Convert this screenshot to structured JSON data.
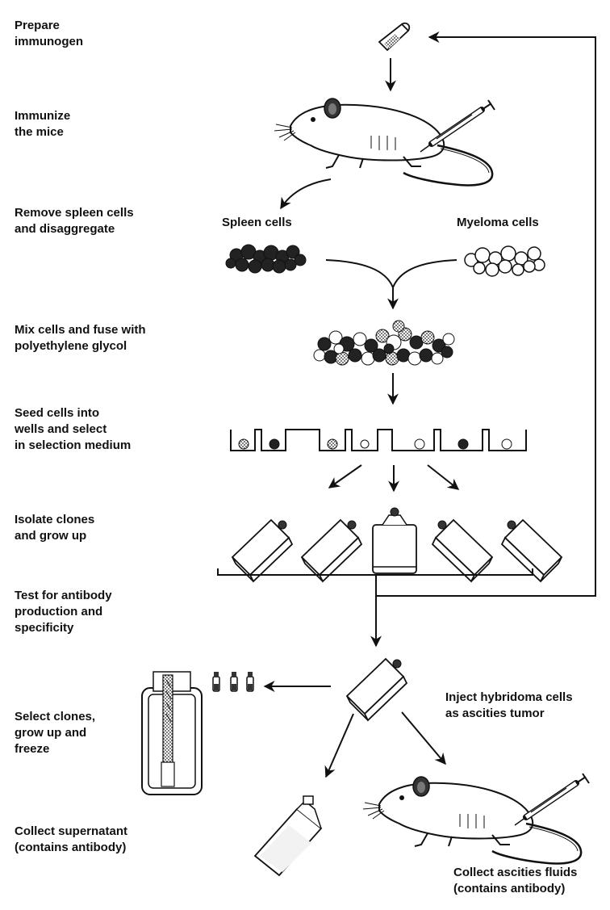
{
  "steps": {
    "prepare": "Prepare\nimmunogen",
    "immunize": "Immunize\nthe mice",
    "remove": "Remove spleen cells\nand disaggregate",
    "mix": "Mix cells and fuse with\npolyethylene glycol",
    "seed": "Seed cells into\nwells and select\nin selection medium",
    "isolate": "Isolate clones\nand grow up",
    "test": "Test for antibody\nproduction and\nspecificity",
    "select": "Select clones,\ngrow up and\nfreeze",
    "collect_sup": "Collect supernatant\n(contains antibody)"
  },
  "labels": {
    "spleen": "Spleen cells",
    "myeloma": "Myeloma cells",
    "inject": "Inject hybridoma cells\nas ascities tumor",
    "ascites": "Collect ascities fluids\n(contains antibody)"
  },
  "icons": {
    "immunogen": "immunogen-tube-icon",
    "mouse": "mouse-with-syringe-icon",
    "flask": "culture-flask-icon",
    "vial": "frozen-vial-icon",
    "dewar": "freezer-dewar-icon"
  }
}
